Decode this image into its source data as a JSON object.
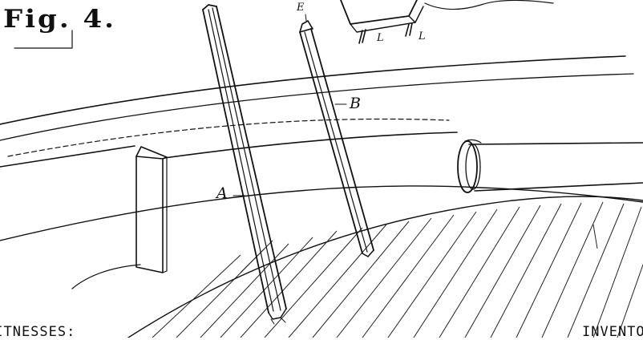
{
  "figure": {
    "title": "Fig. 4."
  },
  "labels": {
    "a": "A",
    "b": "B",
    "e": "E",
    "l1": "L",
    "l2": "L"
  },
  "footer": {
    "left": "WITNESSES:",
    "right": "INVENTOR"
  }
}
